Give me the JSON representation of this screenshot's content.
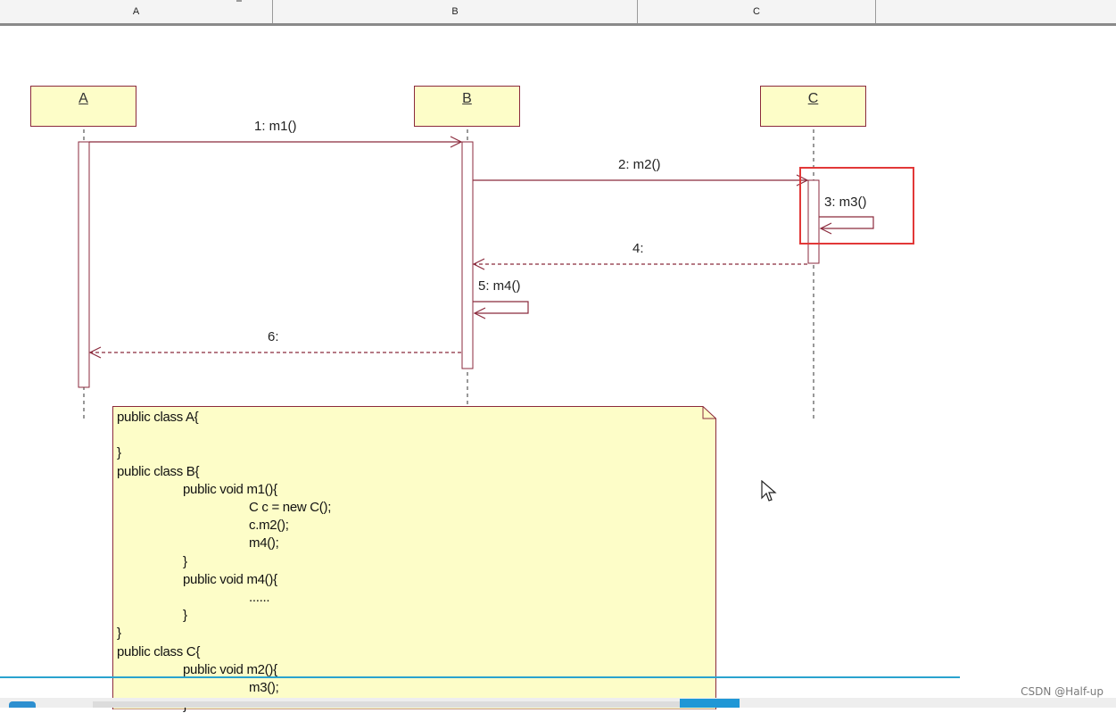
{
  "column_headers": [
    "A",
    "B",
    "C"
  ],
  "lifelines": [
    {
      "id": "A",
      "label": "A"
    },
    {
      "id": "B",
      "label": "B"
    },
    {
      "id": "C",
      "label": "C"
    }
  ],
  "messages": [
    {
      "label": "1: m1()",
      "from": "A",
      "to": "B",
      "kind": "call"
    },
    {
      "label": "2: m2()",
      "from": "B",
      "to": "C",
      "kind": "call"
    },
    {
      "label": "3: m3()",
      "from": "C",
      "to": "C",
      "kind": "self"
    },
    {
      "label": "4:",
      "from": "C",
      "to": "B",
      "kind": "return"
    },
    {
      "label": "5: m4()",
      "from": "B",
      "to": "B",
      "kind": "self"
    },
    {
      "label": "6:",
      "from": "B",
      "to": "A",
      "kind": "return"
    }
  ],
  "note": {
    "lines": [
      "public class A{",
      "",
      "}",
      "public class B{",
      "\tpublic void m1(){",
      "\t\tC c = new C();",
      "\t\tc.m2();",
      "\t\tm4();",
      "\t}",
      "\tpublic void m4(){",
      "\t\t......",
      "\t}",
      "}",
      "public class C{",
      "\tpublic void m2(){",
      "\t\tm3();",
      "\t}"
    ]
  },
  "colors": {
    "lifeline_fill": "#fdfdc8",
    "line": "#8b2a3c",
    "note_fill": "#fdfdc8",
    "highlight": "#e23838",
    "accent": "#2aa3cf"
  },
  "watermark": "CSDN @Half-up"
}
